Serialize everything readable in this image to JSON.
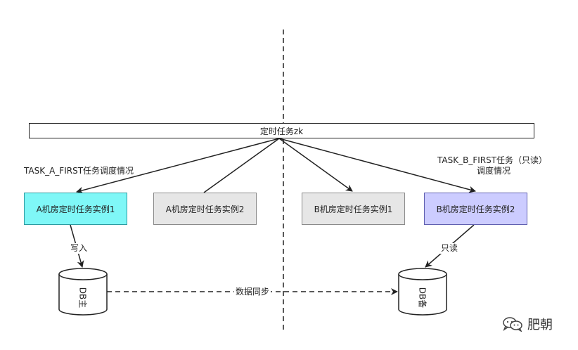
{
  "zk_bar": {
    "label": "定时任务zk"
  },
  "tasks": [
    {
      "label": "A机房定时任务实例1",
      "fill": "#7ff7f7",
      "border": "#2c9aa0"
    },
    {
      "label": "A机房定时任务实例2",
      "fill": "#e6e6e6",
      "border": "#8a8a8a"
    },
    {
      "label": "B机房定时任务实例1",
      "fill": "#e6e6e6",
      "border": "#8a8a8a"
    },
    {
      "label": "B机房定时任务实例2",
      "fill": "#ccccff",
      "border": "#5f5fb0"
    }
  ],
  "annotations": {
    "task_a_first": "TASK_A_FIRST任务调度情况",
    "task_b_first_line1": "TASK_B_FIRST任务（只读）",
    "task_b_first_line2": "调度情况",
    "write_label": "写入",
    "readonly_label": "只读",
    "sync_label": "数据同步"
  },
  "databases": [
    {
      "label": "DB主"
    },
    {
      "label": "DB备"
    }
  ],
  "watermark": {
    "text": "肥朝",
    "icon": "wechat-icon"
  }
}
